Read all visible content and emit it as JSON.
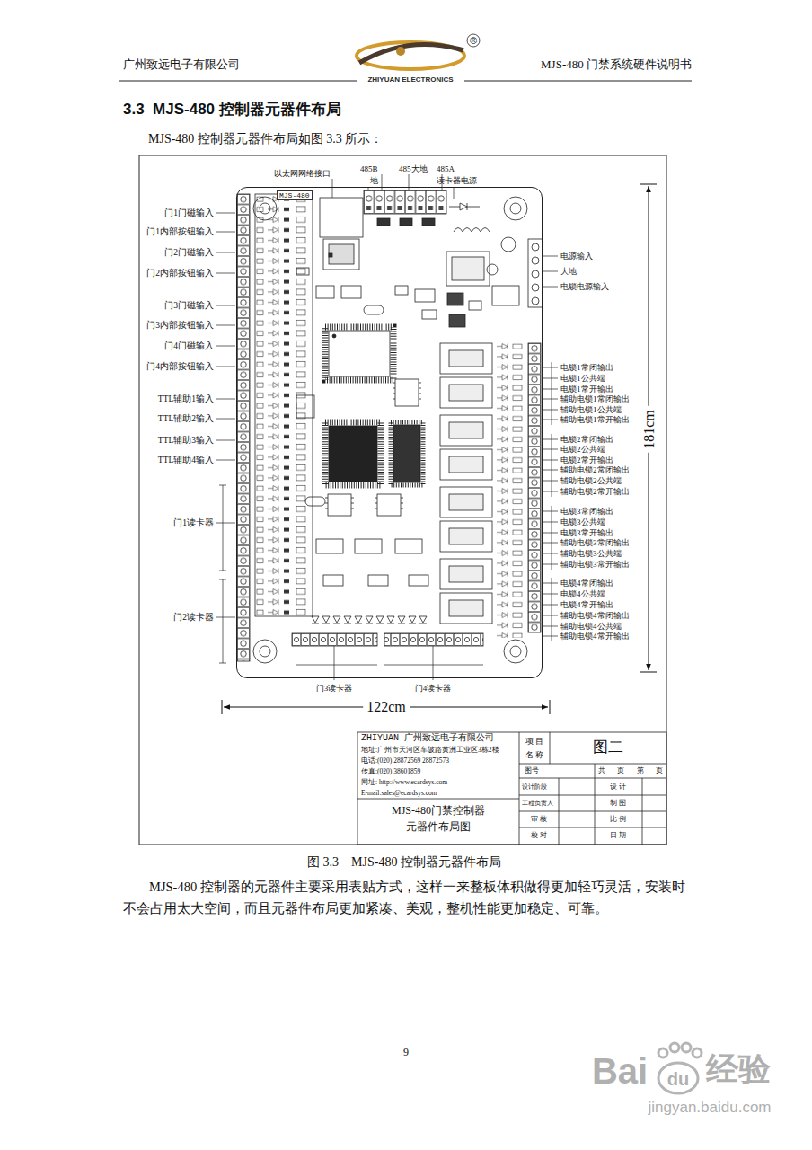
{
  "diagram": {
    "title": "3.3  MJS-480 控制器元器件布局",
    "caption": "图 3.3    MJS-480 控制器元器件布局",
    "nodes": [
      {
        "text": [
          "MJS-480"
        ]
      }
    ],
    "labels": [
      "广州致远电子有限公司",
      "ZHIYUAN ELECTRONICS",
      "®",
      "MJS-480 门禁系统硬件说明书",
      "MJS-480 控制器元器件布局如图 3.3 所示：",
      "以太网网络接口",
      "485B",
      "地",
      "485大地",
      "485A",
      "读卡器电源",
      "门1门磁输入",
      "门1内部按钮输入",
      "门2门磁输入",
      "门2内部按钮输入",
      "门3门磁输入",
      "门3内部按钮输入",
      "门4门磁输入",
      "门4内部按钮输入",
      "TTL辅助1输入",
      "TTL辅助2输入",
      "TTL辅助3输入",
      "TTL辅助4输入",
      "门1读卡器",
      "门2读卡器",
      "电源输入",
      "大地",
      "电锁电源输入",
      "电锁1常闭输出",
      "电锁1公共端",
      "电锁1常开输出",
      "辅助电锁1常闭输出",
      "辅助电锁1公共端",
      "辅助电锁1常开输出",
      "电锁2常闭输出",
      "电锁2公共端",
      "电锁2常开输出",
      "辅助电锁2常闭输出",
      "辅助电锁2公共端",
      "辅助电锁2常开输出",
      "电锁3常闭输出",
      "电锁3公共端",
      "电锁3常开输出",
      "辅助电锁3常闭输出",
      "辅助电锁3公共端",
      "辅助电锁3常开输出",
      "电锁4常闭输出",
      "电锁4公共端",
      "电锁4常开输出",
      "辅助电锁4常闭输出",
      "辅助电锁4公共端",
      "辅助电锁4常开输出",
      "181cm",
      "122cm",
      "门3读卡器",
      "门4读卡器",
      "ZHIYUAN 广州致远电子有限公司",
      "地址:广州市天河区车陂路黄洲工业区3栋2楼",
      "电话:(020) 28872569 28872573",
      "传真:(020) 38601859",
      "网址: http://www.ecardsys.com",
      "E-mail:sales@ecardsys.com",
      "MJS-480门禁控制器",
      "元器件布局图",
      "项 目",
      "名 称",
      "图二",
      "图号",
      "共 页 第 页",
      "设计阶段",
      "设 计",
      "工程负责人",
      "制 图",
      "审 核",
      "比 例",
      "校 对",
      "日 期",
      "MJS-480 控制器的元器件主要采用表贴方式，这样一来整板体积做得更加轻巧灵活，安装时不会占用太大空间，而且元器件布局更加紧凑、美观，整机性能更加稳定、可靠。",
      "9",
      "Bai",
      "du",
      "经验",
      "jingyan.baidu.com"
    ]
  }
}
